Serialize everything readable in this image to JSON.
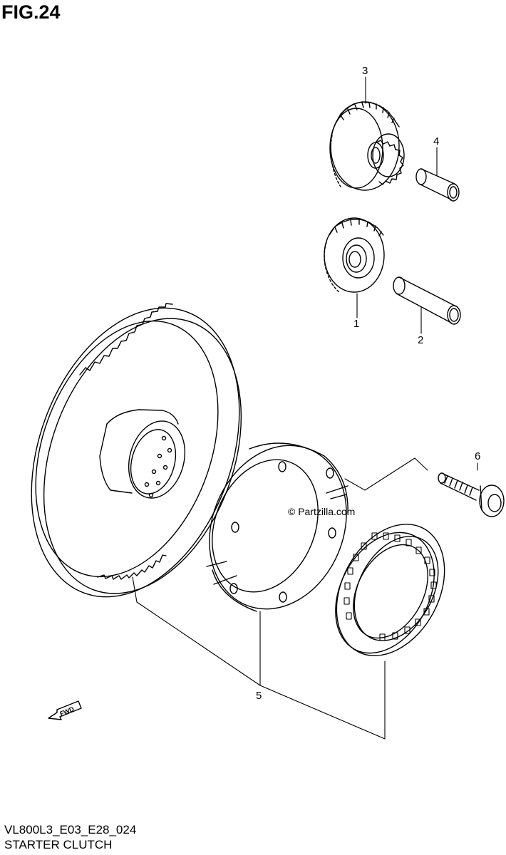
{
  "figure": {
    "title": "FIG.24",
    "code": "VL800L3_E03_E28_024",
    "caption": "STARTER CLUTCH",
    "watermark": "© Partzilla.com",
    "fwd_label": "FWD"
  },
  "callouts": [
    {
      "id": "callout-1",
      "label": "1"
    },
    {
      "id": "callout-2",
      "label": "2"
    },
    {
      "id": "callout-3",
      "label": "3"
    },
    {
      "id": "callout-4",
      "label": "4"
    },
    {
      "id": "callout-5",
      "label": "5"
    },
    {
      "id": "callout-6",
      "label": "6"
    }
  ]
}
